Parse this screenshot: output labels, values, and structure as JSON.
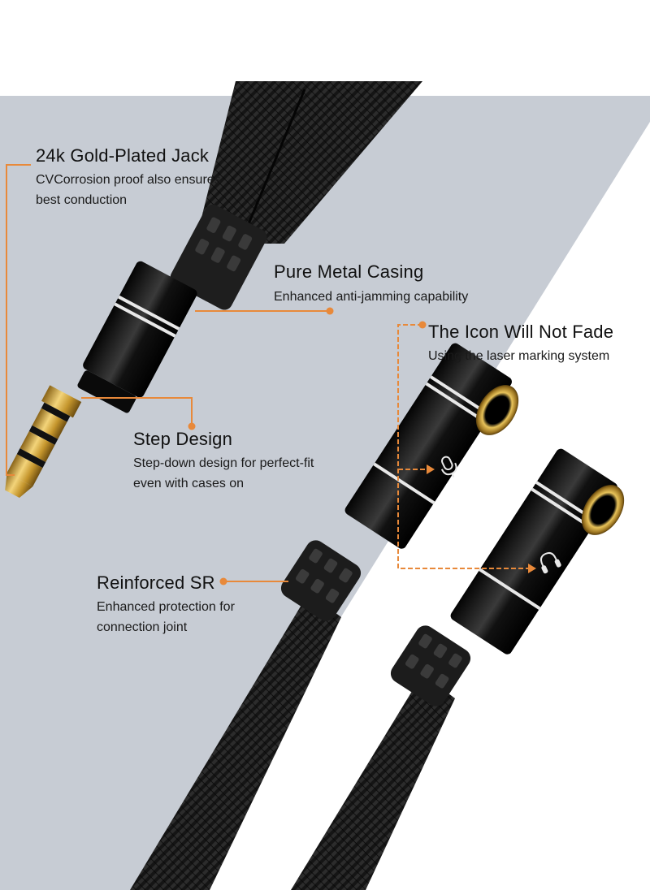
{
  "features": {
    "gold_jack": {
      "title": "24k Gold-Plated Jack",
      "desc_line1": "CVCorrosion proof also ensures",
      "desc_line2": "best conduction"
    },
    "metal_casing": {
      "title": "Pure Metal Casing",
      "desc_line1": "Enhanced anti-jamming capability"
    },
    "icon_fade": {
      "title": "The Icon Will Not Fade",
      "desc_line1": "Using the laser marking system"
    },
    "step_design": {
      "title": "Step Design",
      "desc_line1": "Step-down design for perfect-fit",
      "desc_line2": "even with cases on"
    },
    "reinforced": {
      "title": "Reinforced SR",
      "desc_line1": "Enhanced protection for",
      "desc_line2": "connection joint"
    }
  },
  "icons": [
    "microphone-icon",
    "headphone-icon"
  ],
  "colors": {
    "accent": "#e8893a",
    "background_band": "#c5cad3",
    "cable": "#1a1a1a",
    "gold": "#d4a93a"
  }
}
